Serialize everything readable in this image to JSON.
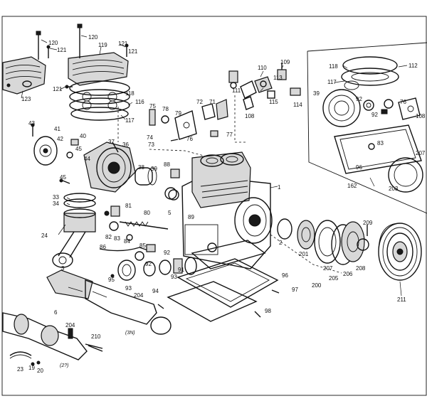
{
  "callouts": [
    {
      "id": "c120a",
      "text": "120"
    },
    {
      "id": "c121a",
      "text": "121"
    },
    {
      "id": "c120b",
      "text": "120"
    },
    {
      "id": "c119",
      "text": "119"
    },
    {
      "id": "c121b",
      "text": "121"
    },
    {
      "id": "c121c",
      "text": "121"
    },
    {
      "id": "c123",
      "text": "123"
    },
    {
      "id": "c121d",
      "text": "121"
    },
    {
      "id": "c118a",
      "text": "118"
    },
    {
      "id": "c116",
      "text": "116"
    },
    {
      "id": "c117a",
      "text": "117"
    },
    {
      "id": "c110",
      "text": "110"
    },
    {
      "id": "c109",
      "text": "109"
    },
    {
      "id": "c113",
      "text": "113"
    },
    {
      "id": "c111",
      "text": "111"
    },
    {
      "id": "c108a",
      "text": "108"
    },
    {
      "id": "c115",
      "text": "115"
    },
    {
      "id": "c114",
      "text": "114"
    },
    {
      "id": "c118b",
      "text": "118"
    },
    {
      "id": "c112",
      "text": "112"
    },
    {
      "id": "c117b",
      "text": "117"
    },
    {
      "id": "c39",
      "text": "39"
    },
    {
      "id": "c92a",
      "text": "92"
    },
    {
      "id": "c76a",
      "text": "76"
    },
    {
      "id": "c92b",
      "text": "92"
    },
    {
      "id": "c108b",
      "text": "108"
    },
    {
      "id": "c75",
      "text": "75"
    },
    {
      "id": "c78",
      "text": "78"
    },
    {
      "id": "c72",
      "text": "72"
    },
    {
      "id": "c71",
      "text": "71"
    },
    {
      "id": "c79",
      "text": "79"
    },
    {
      "id": "c43",
      "text": "43"
    },
    {
      "id": "c41",
      "text": "41"
    },
    {
      "id": "c42",
      "text": "42"
    },
    {
      "id": "c40",
      "text": "40"
    },
    {
      "id": "c45a",
      "text": "45"
    },
    {
      "id": "c74",
      "text": "74"
    },
    {
      "id": "c73",
      "text": "73"
    },
    {
      "id": "c76b",
      "text": "76"
    },
    {
      "id": "c77",
      "text": "77"
    },
    {
      "id": "c37",
      "text": "37"
    },
    {
      "id": "c36",
      "text": "36"
    },
    {
      "id": "c44",
      "text": "44"
    },
    {
      "id": "c83",
      "text": "83"
    },
    {
      "id": "c207a",
      "text": "207"
    },
    {
      "id": "c96a",
      "text": "96"
    },
    {
      "id": "c38",
      "text": "38"
    },
    {
      "id": "c39b",
      "text": "39"
    },
    {
      "id": "c88",
      "text": "88"
    },
    {
      "id": "c45b",
      "text": "45"
    },
    {
      "id": "c33",
      "text": "33"
    },
    {
      "id": "c34",
      "text": "34"
    },
    {
      "id": "c162",
      "text": "162"
    },
    {
      "id": "c203",
      "text": "203"
    },
    {
      "id": "c1",
      "text": "1"
    },
    {
      "id": "c5",
      "text": "5"
    },
    {
      "id": "c81",
      "text": "81"
    },
    {
      "id": "c80",
      "text": "80"
    },
    {
      "id": "c89",
      "text": "89"
    },
    {
      "id": "c82",
      "text": "82"
    },
    {
      "id": "c83b",
      "text": "83"
    },
    {
      "id": "c84",
      "text": "84"
    },
    {
      "id": "c24",
      "text": "24"
    },
    {
      "id": "c86",
      "text": "86"
    },
    {
      "id": "c85",
      "text": "85"
    },
    {
      "id": "c92c",
      "text": "92"
    },
    {
      "id": "c2",
      "text": "2"
    },
    {
      "id": "c201",
      "text": "201"
    },
    {
      "id": "c209",
      "text": "209"
    },
    {
      "id": "c3",
      "text": "3"
    },
    {
      "id": "c95",
      "text": "95"
    },
    {
      "id": "c93a",
      "text": "93"
    },
    {
      "id": "c92d",
      "text": "92"
    },
    {
      "id": "c91",
      "text": "91"
    },
    {
      "id": "c93b",
      "text": "93"
    },
    {
      "id": "c94",
      "text": "94"
    },
    {
      "id": "c207b",
      "text": "207"
    },
    {
      "id": "c206",
      "text": "206"
    },
    {
      "id": "c208",
      "text": "208"
    },
    {
      "id": "c96b",
      "text": "96"
    },
    {
      "id": "c205",
      "text": "205"
    },
    {
      "id": "c200",
      "text": "200"
    },
    {
      "id": "c97",
      "text": "97"
    },
    {
      "id": "c204a",
      "text": "204"
    },
    {
      "id": "c211",
      "text": "211"
    },
    {
      "id": "c6",
      "text": "6"
    },
    {
      "id": "c98",
      "text": "98"
    },
    {
      "id": "c204b",
      "text": "204"
    },
    {
      "id": "c210",
      "text": "210"
    },
    {
      "id": "c23",
      "text": "23"
    },
    {
      "id": "c19",
      "text": "19"
    },
    {
      "id": "c20",
      "text": "20"
    }
  ],
  "notes": [
    {
      "id": "n1",
      "text": "(3N)"
    },
    {
      "id": "n2",
      "text": "(2?)"
    }
  ]
}
